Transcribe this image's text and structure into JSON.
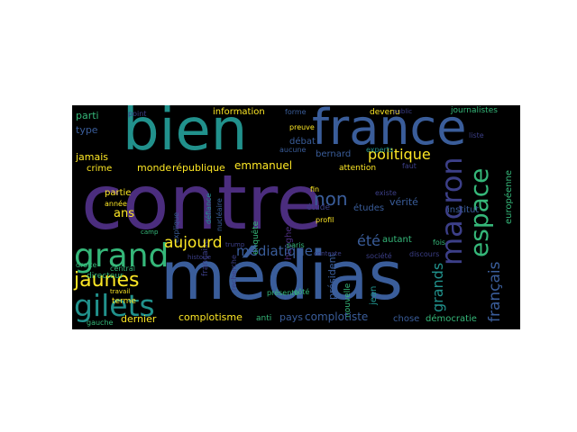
{
  "wordcloud": {
    "palette": {
      "background": "#000000",
      "purple": "#4b2d7e",
      "indigo": "#3c3f88",
      "blue": "#3a5d9a",
      "teal": "#21918c",
      "green": "#35b779",
      "lime": "#5ec962",
      "yellow": "#fde725"
    },
    "words": [
      "contre",
      "médias",
      "bien",
      "france",
      "grand",
      "gilets",
      "jaunes",
      "macron",
      "espace",
      "politique",
      "aujourd",
      "non",
      "été",
      "médiatique",
      "français",
      "grands",
      "emmanuel",
      "information",
      "république",
      "parti",
      "type",
      "jamais",
      "crime",
      "monde",
      "partie",
      "ans",
      "dernier",
      "complotisme",
      "pays",
      "complotiste",
      "chose",
      "démocratie",
      "devenu",
      "journalistes",
      "débat",
      "bernard",
      "attention",
      "études",
      "étude",
      "vérité",
      "institut",
      "huyghe",
      "européenne",
      "jean",
      "président",
      "paris",
      "droite",
      "directeur",
      "terme",
      "gauche",
      "anti",
      "présente",
      "côté",
      "nouvelle",
      "autant",
      "fois",
      "société",
      "experts",
      "fin",
      "profil",
      "année",
      "explique",
      "française",
      "enquête",
      "recherche",
      "défiance",
      "nucléaire",
      "forme",
      "preuve",
      "aucune",
      "point",
      "liste",
      "existe",
      "faut",
      "discours",
      "travail",
      "central",
      "camp",
      "public",
      "trump",
      "contexte",
      "histoire"
    ]
  }
}
